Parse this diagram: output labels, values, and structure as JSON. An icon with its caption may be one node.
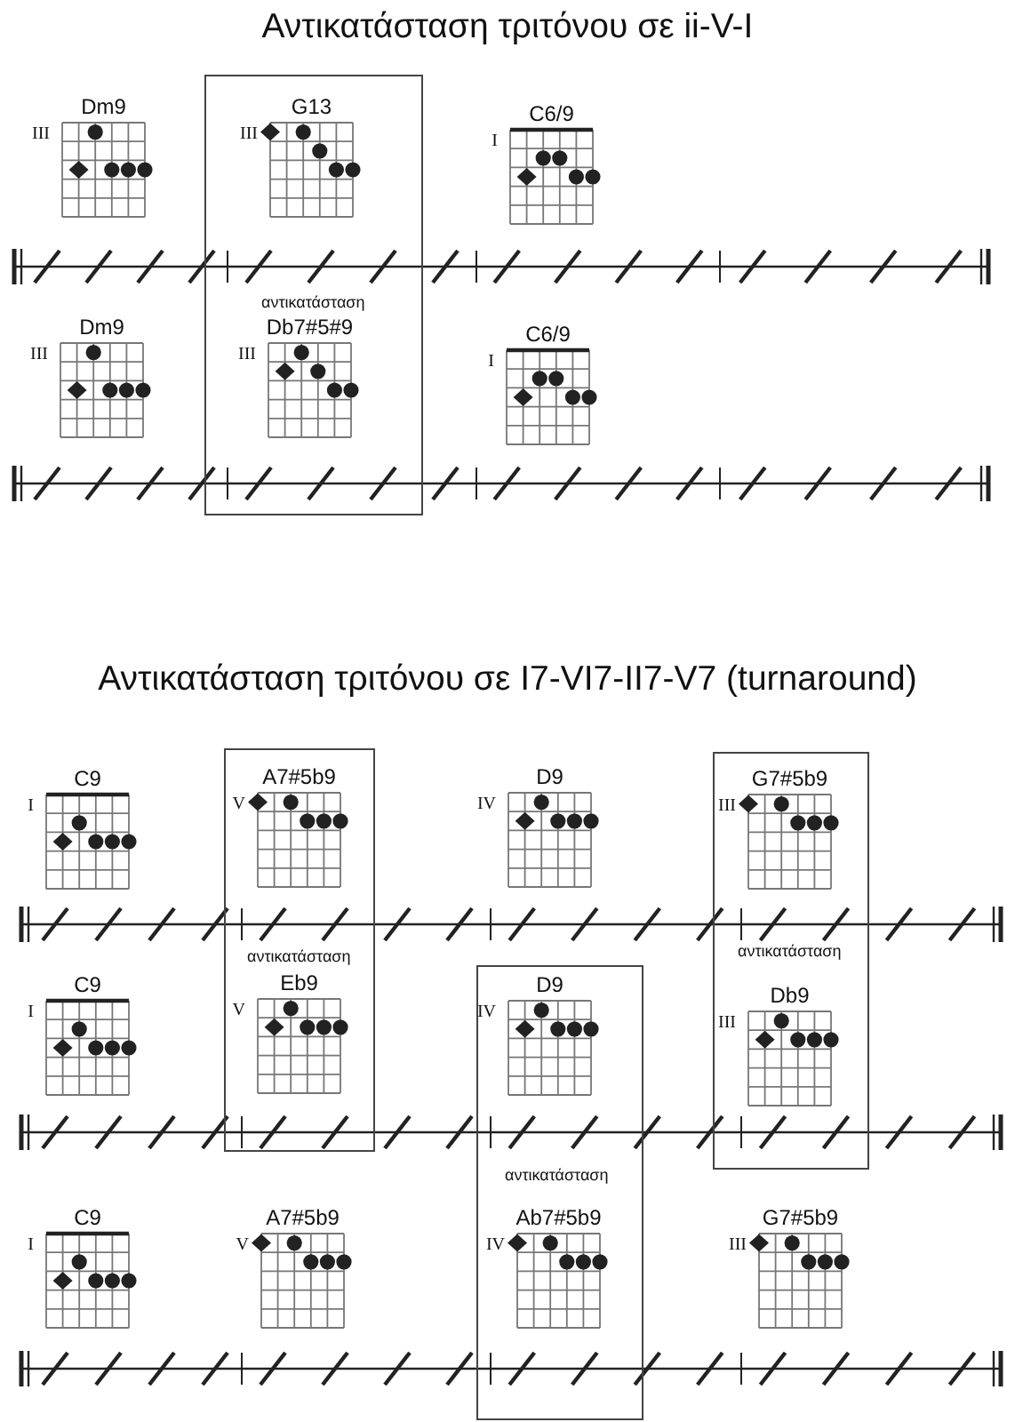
{
  "diagram": {
    "title": "Αντικατάσταση τριτόνου σε ii-V-I",
    "nodes": [
      {
        "text": [
          "αντικατάσταση"
        ]
      },
      {
        "text": [
          "Dm9",
          "III"
        ]
      },
      {
        "text": [
          "G13",
          "III"
        ],
        "in": 0
      },
      {
        "text": [
          "C6/9",
          "I"
        ]
      },
      {
        "text": [
          "Dm9",
          "III"
        ]
      },
      {
        "text": [
          "Db7#5#9",
          "III"
        ],
        "in": 0
      },
      {
        "text": [
          "C6/9",
          "I"
        ]
      },
      {
        "text": [
          "αντικατάσταση"
        ]
      },
      {
        "text": [
          "C9",
          "I"
        ]
      },
      {
        "text": [
          "A7#5b9",
          "V"
        ],
        "in": 7
      },
      {
        "text": [
          "D9",
          "IV"
        ]
      },
      {
        "text": [
          "αντικατάσταση"
        ]
      },
      {
        "text": [
          "G7#5b9",
          "III"
        ],
        "in": 11
      },
      {
        "text": [
          "C9",
          "I"
        ]
      },
      {
        "text": [
          "Eb9",
          "V"
        ],
        "in": 7
      },
      {
        "text": [
          "αντικατάσταση"
        ]
      },
      {
        "text": [
          "D9",
          "IV"
        ],
        "in": 15
      },
      {
        "text": [
          "Db9",
          "III"
        ],
        "in": 11
      },
      {
        "text": [
          "C9",
          "I"
        ]
      },
      {
        "text": [
          "A7#5b9",
          "V"
        ]
      },
      {
        "text": [
          "Ab7#5b9",
          "IV"
        ],
        "in": 15
      },
      {
        "text": [
          "G7#5b9",
          "III"
        ]
      }
    ],
    "labels": [
      "Αντικατάσταση τριτόνου σε I7-VI7-II7-V7 (turnaround)"
    ]
  }
}
